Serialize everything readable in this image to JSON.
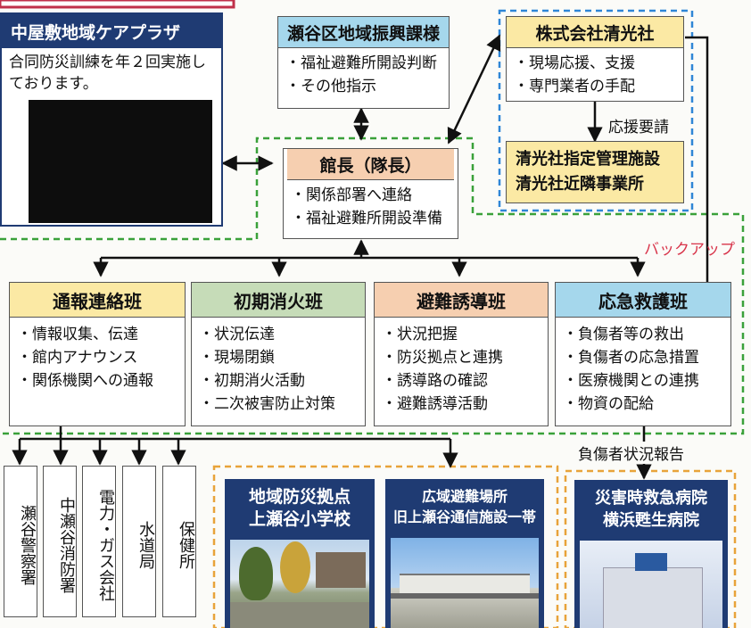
{
  "care_plaza": {
    "title": "中屋敷地域ケアプラザ",
    "text": "合同防災訓練を年２回実施しております。"
  },
  "ward_office": {
    "title": "瀬谷区地域振興課様",
    "items": [
      "・福祉避難所開設判断",
      "・その他指示"
    ]
  },
  "company": {
    "title": "株式会社清光社",
    "items": [
      "・現場応援、支援",
      "・専門業者の手配"
    ],
    "request_label": "応援要請",
    "sub_lines": [
      "清光社指定管理施設",
      "清光社近隣事業所"
    ]
  },
  "director": {
    "title": "館長（隊長）",
    "items": [
      "・関係部署へ連絡",
      "・福祉避難所開設準備"
    ]
  },
  "backup_label": "バックアップ",
  "teams": [
    {
      "title": "通報連絡班",
      "color": "#fbe9a4",
      "items": [
        "・情報収集、伝達",
        "・館内アナウンス",
        "・関係機関への通報"
      ]
    },
    {
      "title": "初期消火班",
      "color": "#c6dcb8",
      "items": [
        "・状況伝達",
        "・現場閉鎖",
        "・初期消火活動",
        "・二次被害防止対策"
      ]
    },
    {
      "title": "避難誘導班",
      "color": "#f6cfb0",
      "items": [
        "・状況把握",
        "・防災拠点と連携",
        "・誘導路の確認",
        "・避難誘導活動"
      ]
    },
    {
      "title": "応急救護班",
      "color": "#a5d7ec",
      "items": [
        "・負傷者等の救出",
        "・負傷者の応急措置",
        "・医療機関との連携",
        "・物資の配給"
      ]
    }
  ],
  "agencies": [
    "瀬谷警察署",
    "中瀬谷消防署",
    "電力・ガス会社",
    "水道局",
    "保健所"
  ],
  "injury_report_label": "負傷者状況報告",
  "bases": [
    {
      "line1": "地域防災拠点",
      "line2": "上瀬谷小学校"
    },
    {
      "line1": "広域避難場所",
      "line2": "旧上瀬谷通信施設一帯"
    }
  ],
  "hospital": {
    "line1": "災害時救急病院",
    "line2": "横浜甦生病院"
  },
  "colors": {
    "navy": "#1f3b73",
    "green_dash": "#3aa13a",
    "blue_dash": "#2f86d6",
    "orange_dash": "#e8a33a",
    "ward_header": "#a5d7ec",
    "director_header": "#f6cfb0",
    "company_header": "#fbe9a4",
    "backup_text": "#d8344a"
  }
}
